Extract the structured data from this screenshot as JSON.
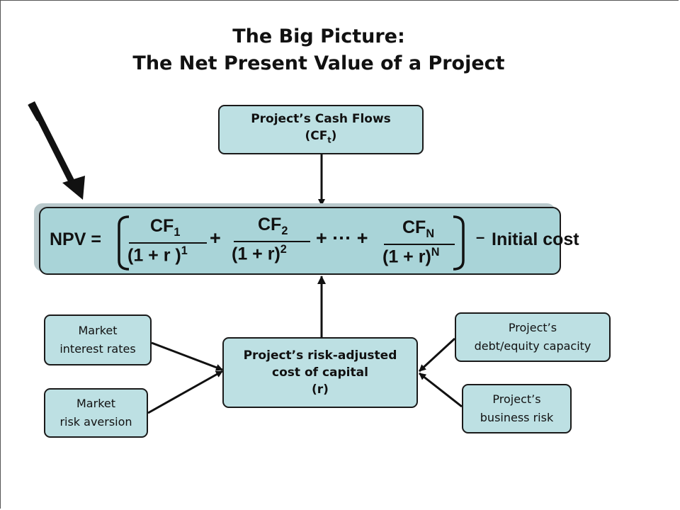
{
  "title": {
    "line1": "The Big Picture:",
    "line2": "The Net Present Value of a Project"
  },
  "cash_flows_box": {
    "line1": "Project’s Cash Flows",
    "line2_prefix": "(CF",
    "line2_sub": "t",
    "line2_suffix": ")"
  },
  "equation": {
    "lhs": "NPV =",
    "term1_num": "CF",
    "term1_num_sub": "1",
    "term1_den": "(1 + r )",
    "term1_den_sup": "1",
    "plus1": "+",
    "term2_num": "CF",
    "term2_num_sub": "2",
    "term2_den": "(1 + r)",
    "term2_den_sup": "2",
    "ellipsis": "+ ··· +",
    "termN_num": "CF",
    "termN_num_sub": "N",
    "termN_den": "(1 + r)",
    "termN_den_sup": "N",
    "minus": "–",
    "initial_cost": "Initial cost"
  },
  "cost_of_capital_box": {
    "line1": "Project’s risk-adjusted",
    "line2": "cost of capital",
    "line3": "(r)"
  },
  "left_inputs": [
    {
      "line1": "Market",
      "line2": "interest rates"
    },
    {
      "line1": "Market",
      "line2": "risk aversion"
    }
  ],
  "right_inputs": [
    {
      "line1": "Project’s",
      "line2": "debt/equity capacity"
    },
    {
      "line1": "Project’s",
      "line2": "business risk"
    }
  ],
  "colors": {
    "box_fill": "#bde0e3",
    "npv_fill": "#a9d4d8",
    "stroke": "#1a1a1a"
  }
}
